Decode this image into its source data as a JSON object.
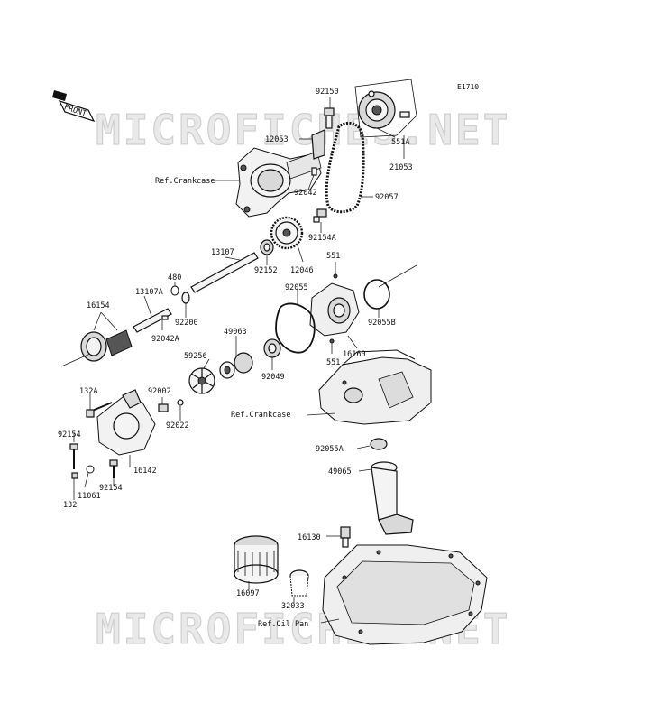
{
  "diagram_code": "E1710",
  "front_label": "FRONT",
  "watermark": "MICROFICHES.NET",
  "references": {
    "crankcase_upper": "Ref.Crankcase",
    "crankcase_lower": "Ref.Crankcase",
    "oil_pan": "Ref.Oil Pan"
  },
  "parts": {
    "p92150": "92150",
    "p12053": "12053",
    "p551A": "551A",
    "p21053": "21053",
    "p92042": "92042",
    "p92057": "92057",
    "p92154A": "92154A",
    "p13107": "13107",
    "p92152": "92152",
    "p12046": "12046",
    "p480": "480",
    "p13107A": "13107A",
    "p551_top": "551",
    "p92055": "92055",
    "p16154": "16154",
    "p92200": "92200",
    "p92055B": "92055B",
    "p92042A": "92042A",
    "p49063": "49063",
    "p59256": "59256",
    "p16160": "16160",
    "p92049": "92049",
    "p551_bottom": "551",
    "p132A": "132A",
    "p92002": "92002",
    "p92022": "92022",
    "p92154_left": "92154",
    "p16142": "16142",
    "p92055A": "92055A",
    "p49065": "49065",
    "p92154_bottom": "92154",
    "p11061": "11061",
    "p132": "132",
    "p16130": "16130",
    "p16097": "16097",
    "p32033": "32033"
  }
}
